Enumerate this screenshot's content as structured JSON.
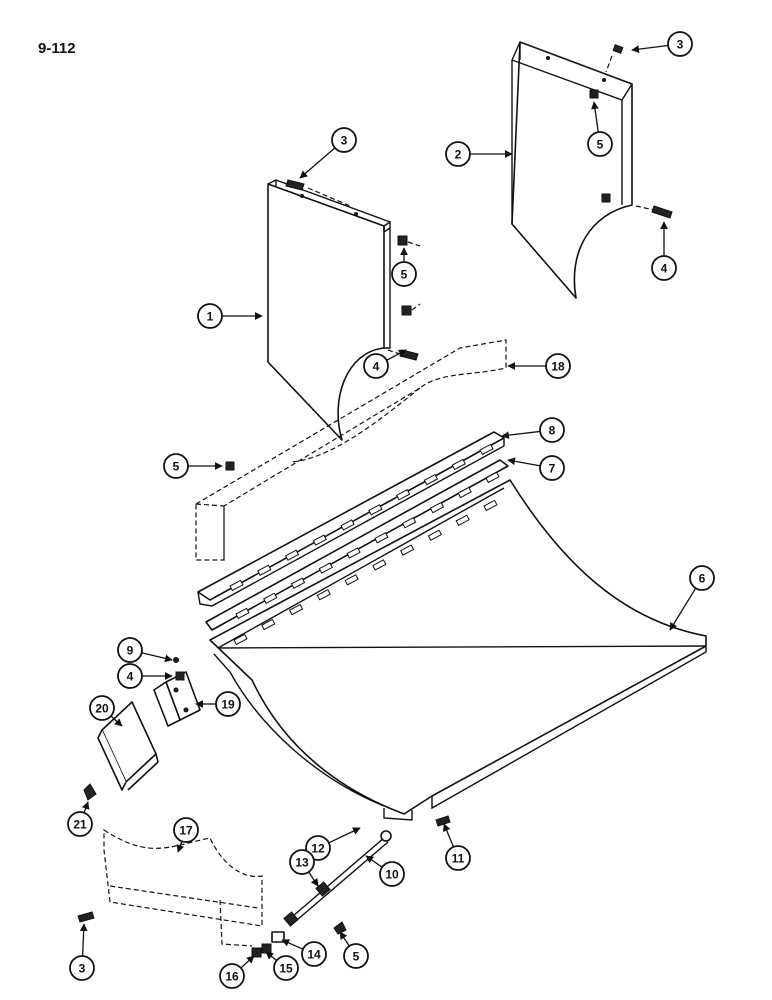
{
  "page_label": "9-112",
  "callouts": [
    {
      "number": "1"
    },
    {
      "number": "2"
    },
    {
      "number": "3"
    },
    {
      "number": "3"
    },
    {
      "number": "3"
    },
    {
      "number": "4"
    },
    {
      "number": "4"
    },
    {
      "number": "4"
    },
    {
      "number": "5"
    },
    {
      "number": "5"
    },
    {
      "number": "5"
    },
    {
      "number": "5"
    },
    {
      "number": "6"
    },
    {
      "number": "7"
    },
    {
      "number": "8"
    },
    {
      "number": "9"
    },
    {
      "number": "10"
    },
    {
      "number": "11"
    },
    {
      "number": "12"
    },
    {
      "number": "13"
    },
    {
      "number": "14"
    },
    {
      "number": "15"
    },
    {
      "number": "16"
    },
    {
      "number": "17"
    },
    {
      "number": "18"
    },
    {
      "number": "19"
    },
    {
      "number": "20"
    },
    {
      "number": "21"
    }
  ]
}
